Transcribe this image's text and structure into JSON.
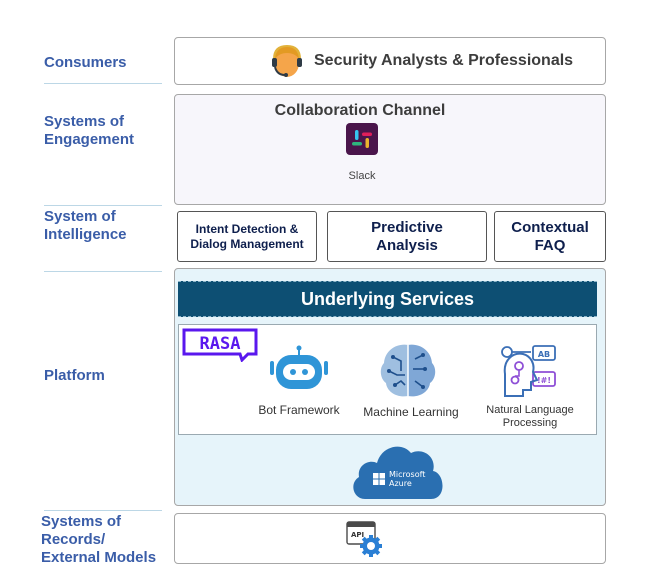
{
  "layers": {
    "consumers": "Consumers",
    "engagement_line1": "Systems of",
    "engagement_line2": "Engagement",
    "intelligence_line1": "System of",
    "intelligence_line2": "Intelligence",
    "platform": "Platform",
    "records_line1": "Systems of",
    "records_line2": "Records/",
    "records_line3": "External Models"
  },
  "consumers_box": {
    "title": "Security Analysts & Professionals",
    "icon": "user-headset-icon"
  },
  "engagement_box": {
    "title": "Collaboration Channel",
    "app_name": "Slack",
    "icon": "slack-icon"
  },
  "intelligence": {
    "box1_line1": "Intent Detection &",
    "box1_line2": "Dialog Management",
    "box2_line1": "Predictive",
    "box2_line2": "Analysis",
    "box3_line1": "Contextual",
    "box3_line2": "FAQ"
  },
  "platform_box": {
    "banner": "Underlying Services",
    "rasa_logo": "RASA",
    "services": [
      {
        "name": "Bot Framework",
        "icon": "robot-icon"
      },
      {
        "name": "Machine Learning",
        "icon": "brain-circuit-icon"
      },
      {
        "name_line1": "Natural Language",
        "name_line2": "Processing",
        "icon": "nlp-head-icon"
      }
    ],
    "cloud": {
      "line1": "Microsoft",
      "line2": "Azure",
      "icon": "azure-cloud-icon"
    }
  },
  "records_box": {
    "api_label": "API",
    "icon": "api-gear-icon"
  },
  "colors": {
    "label_blue": "#3a5da8",
    "banner_navy": "#0d4f73",
    "platform_bg": "#e6f4fa",
    "engagement_bg": "#f7f6fb",
    "rasa_purple": "#5a17ee",
    "azure_blue": "#2a6fb1"
  }
}
